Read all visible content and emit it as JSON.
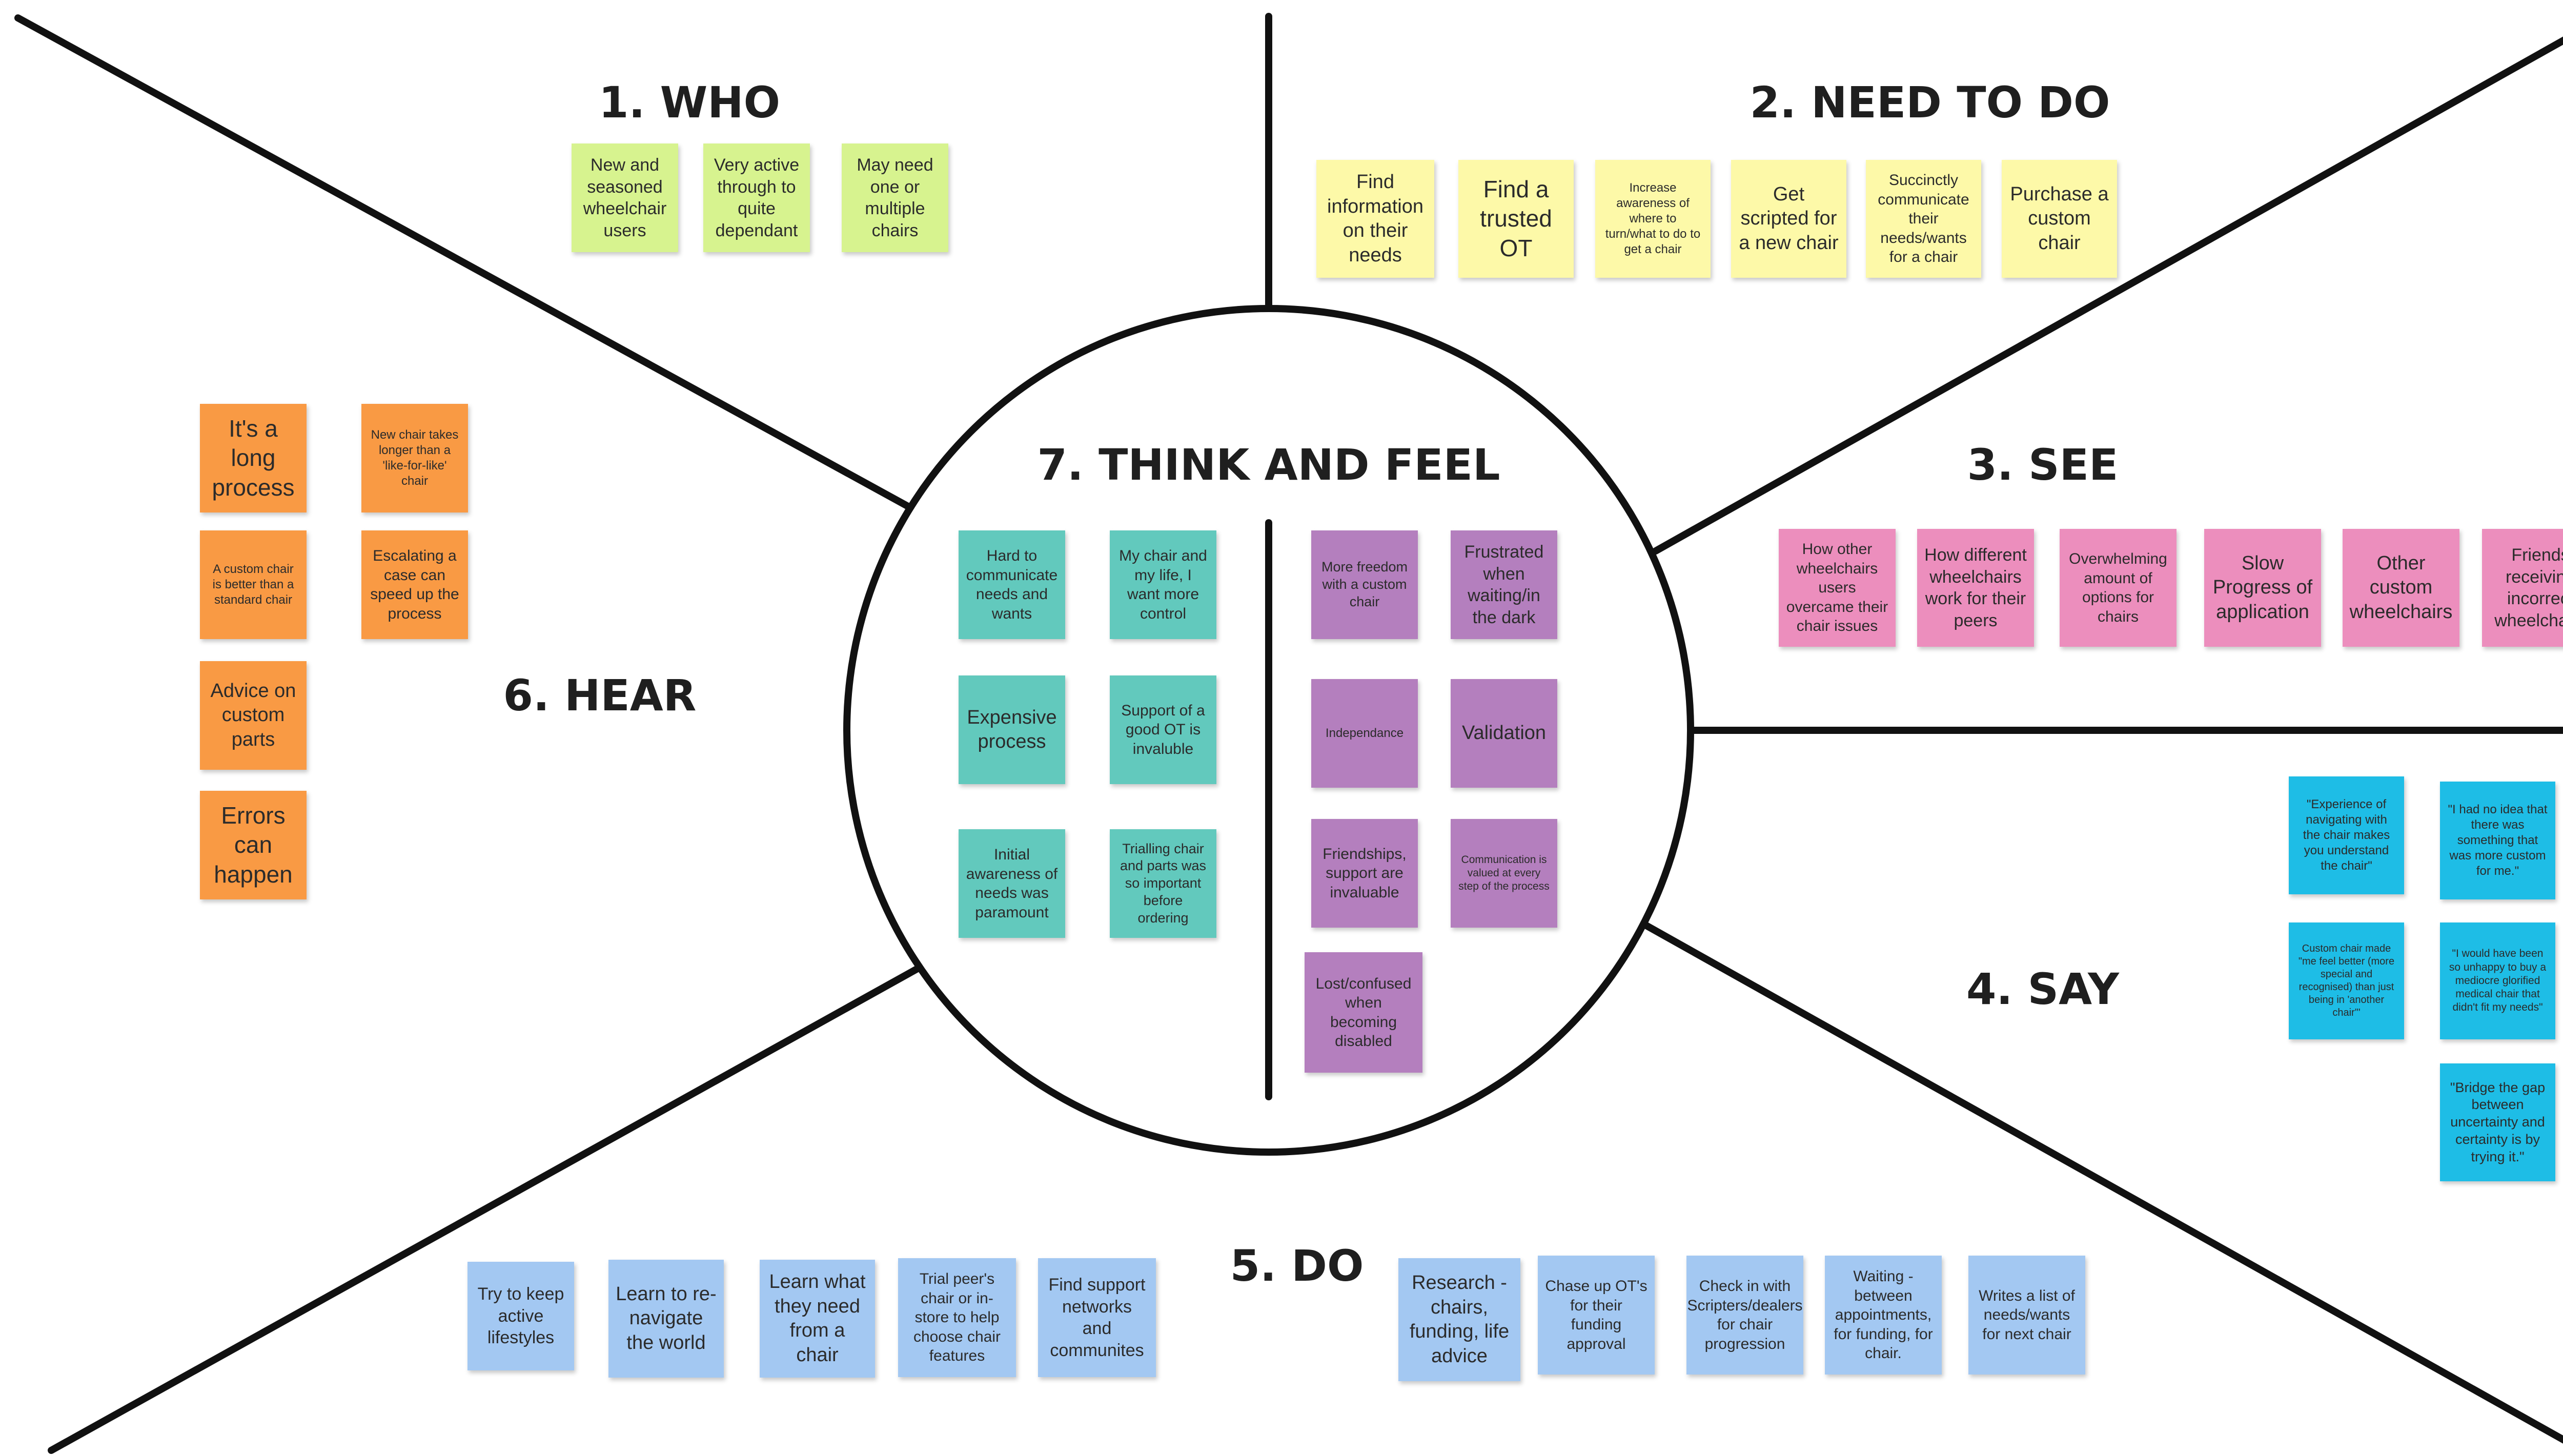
{
  "sections": {
    "who": "1. WHO",
    "need": "2. NEED TO DO",
    "see": "3. SEE",
    "say": "4. SAY",
    "do": "5. DO",
    "hear": "6. HEAR",
    "think": "7. THINK AND FEEL"
  },
  "notes": {
    "who": [
      "New and seasoned wheelchair users",
      "Very active through to quite dependant",
      "May need one or multiple chairs"
    ],
    "need": [
      "Find information on their needs",
      "Find a trusted OT",
      "Increase awareness of where to turn/what to do to get a chair",
      "Get scripted for a new chair",
      "Succinctly communicate their needs/wants for a chair",
      "Purchase a custom chair"
    ],
    "see": [
      "How other wheelchairs users overcame their chair issues",
      "How different wheelchairs work for their peers",
      "Overwhelming amount of options for chairs",
      "Slow Progress of application",
      "Other custom wheelchairs",
      "Friends receiving incorrect wheelchairs"
    ],
    "say": [
      "\"Experience of navigating with the chair makes you understand the chair\"",
      "\"I had no idea that there was something that was more custom for me.\"",
      "Custom chair made \"me feel better (more special and recognised) than just being in 'another chair'\"",
      "\"I would have been so unhappy to buy a mediocre glorified medical chair that didn't fit my needs\"",
      "\"Bridge the gap between uncertainty and certainty is by trying it.\""
    ],
    "do": [
      "Try to keep active lifestyles",
      "Learn to re-navigate the world",
      "Learn what they need from a chair",
      "Trial peer's chair or in-store to help choose chair features",
      "Find support networks and communites",
      "Research - chairs, funding, life advice",
      "Chase up OT's for their funding approval",
      "Check in with Scripters/dealers for chair progression",
      "Waiting - between appointments, for funding, for chair.",
      "Writes a list of needs/wants for next chair"
    ],
    "hear": [
      "It's a long process",
      "New chair takes longer than a 'like-for-like' chair",
      "A custom chair is better than a standard chair",
      "Escalating a case can speed up the process",
      "Advice on custom parts",
      "Errors can happen"
    ],
    "think": [
      "Hard to communicate needs and wants",
      "My chair and my life, I want more control",
      "Expensive process",
      "Support of a good OT is invaluble",
      "Initial awareness of needs was paramount",
      "Trialling chair and parts was so important before ordering"
    ],
    "feel": [
      "More freedom with a custom chair",
      "Frustrated when waiting/in the dark",
      "Independance",
      "Validation",
      "Friendships, support are invaluable",
      "Communication is valued at every step of the process",
      "Lost/confused when becoming disabled"
    ]
  }
}
